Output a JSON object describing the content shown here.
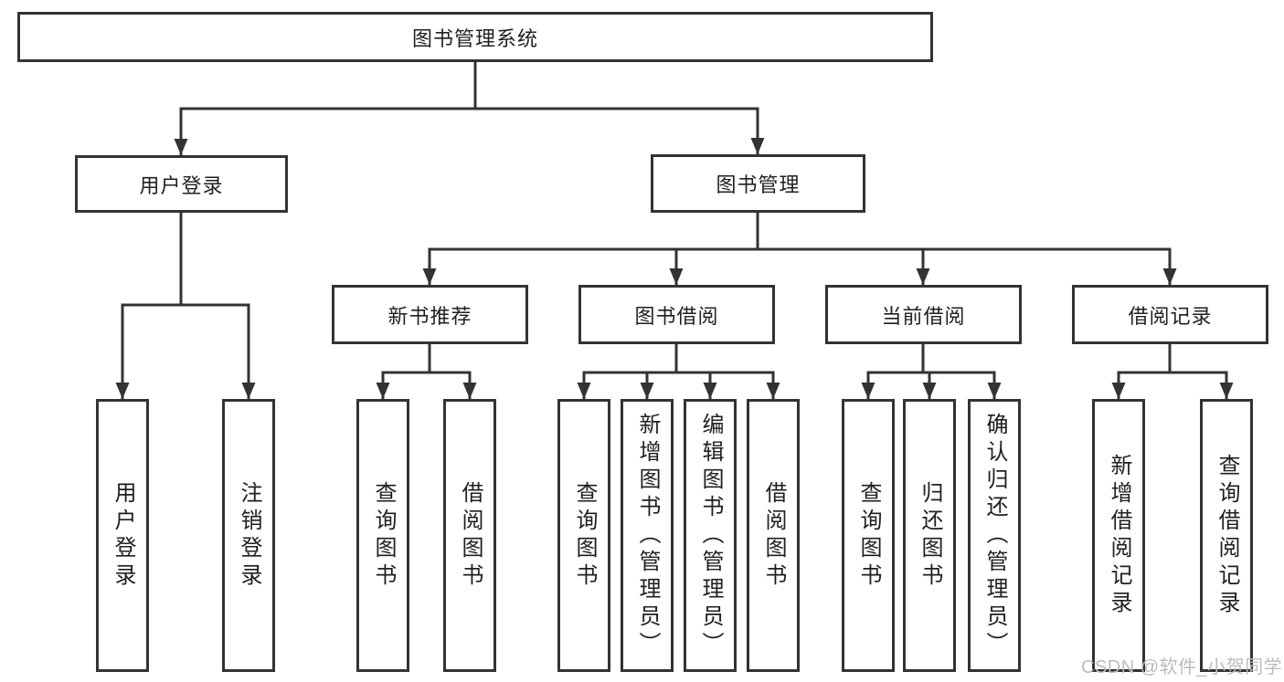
{
  "tree": {
    "root": {
      "label": "图书管理系统"
    },
    "children": [
      {
        "label": "用户登录",
        "children": [
          {
            "label": "用户登录"
          },
          {
            "label": "注销登录"
          }
        ]
      },
      {
        "label": "图书管理",
        "children": [
          {
            "label": "新书推荐",
            "children": [
              {
                "label": "查询图书"
              },
              {
                "label": "借阅图书"
              }
            ]
          },
          {
            "label": "图书借阅",
            "children": [
              {
                "label": "查询图书"
              },
              {
                "label": "新增图书（管理员）"
              },
              {
                "label": "编辑图书（管理员）"
              },
              {
                "label": "借阅图书"
              }
            ]
          },
          {
            "label": "当前借阅",
            "children": [
              {
                "label": "查询图书"
              },
              {
                "label": "归还图书"
              },
              {
                "label": "确认归还（管理员）"
              }
            ]
          },
          {
            "label": "借阅记录",
            "children": [
              {
                "label": "新增借阅记录"
              },
              {
                "label": "查询借阅记录"
              }
            ]
          }
        ]
      }
    ]
  },
  "watermark": {
    "text": "CSDN @软件_小贺同学"
  },
  "colors": {
    "line": "#333333",
    "box_border": "#333333",
    "text": "#1f1f1f",
    "watermark": "#b9bcc0",
    "background": "#ffffff"
  }
}
